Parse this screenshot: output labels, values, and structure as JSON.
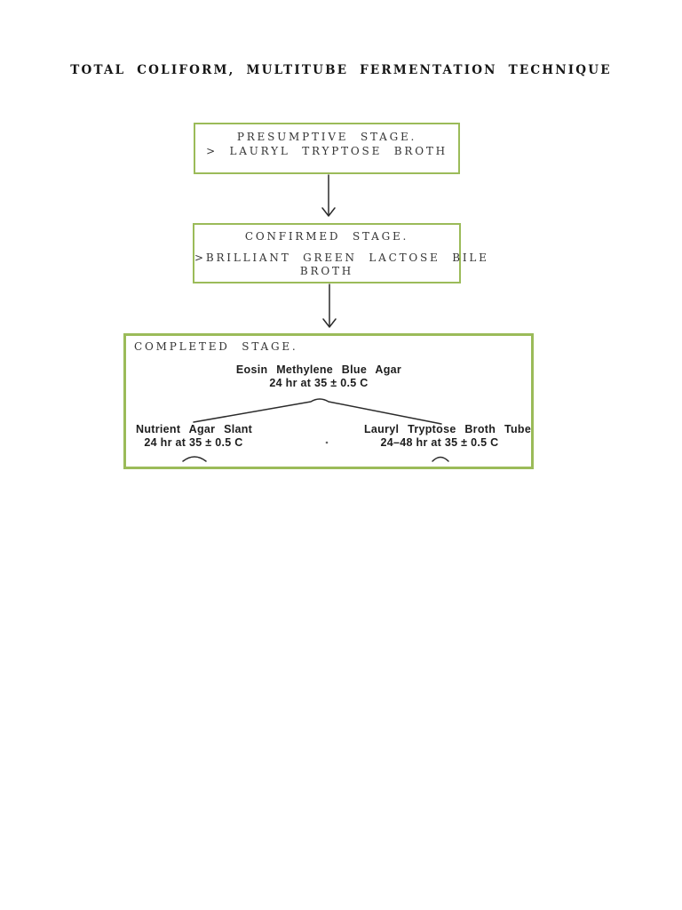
{
  "page": {
    "title": "TOTAL COLIFORM, MULTITUBE FERMENTATION TECHNIQUE",
    "background_color": "#ffffff",
    "box_border_color": "#9bbb59",
    "connector_color": "#2b2b2b"
  },
  "flowchart": {
    "presumptive": {
      "line1": "PRESUMPTIVE STAGE.",
      "line2": "> LAURYL TRYPTOSE BROTH"
    },
    "confirmed": {
      "line1": "CONFIRMED STAGE.",
      "line2": ">BRILLIANT GREEN LACTOSE BILE",
      "line3": "BROTH"
    },
    "completed": {
      "label": "COMPLETED STAGE.",
      "root_medium": {
        "name": "Eosin Methylene Blue Agar",
        "incubation": "24 hr at 35 ± 0.5 C"
      },
      "left_branch": {
        "name": "Nutrient Agar Slant",
        "incubation": "24 hr at 35 ± 0.5 C"
      },
      "right_branch": {
        "name": "Lauryl Tryptose Broth Tube",
        "incubation": "24–48 hr at 35 ± 0.5 C"
      }
    }
  }
}
